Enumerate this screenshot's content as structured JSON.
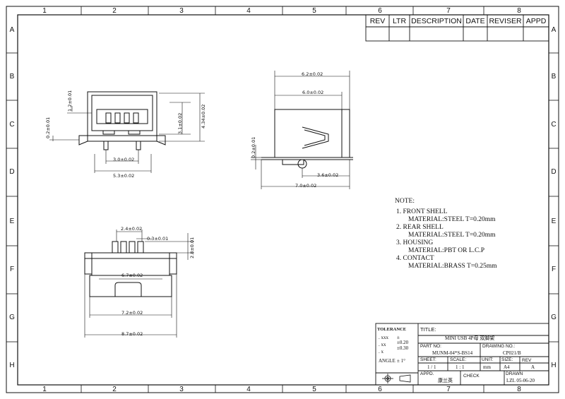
{
  "zones": {
    "columns": [
      "1",
      "2",
      "3",
      "4",
      "5",
      "6",
      "7",
      "8"
    ],
    "rows": [
      "A",
      "B",
      "C",
      "D",
      "E",
      "F",
      "G",
      "H"
    ]
  },
  "revision_table": {
    "headers": [
      "REV",
      "LTR",
      "DESCRIPTION",
      "DATE",
      "REVISER",
      "APPD"
    ]
  },
  "dimensions": {
    "top_dim_1": "1.2±0.01",
    "top_dim_2": "0.2±0.01",
    "top_dim_3": "3.1±0.02",
    "top_dim_4": "4.34±0.02",
    "top_dim_5": "3.0±0.02",
    "top_dim_6": "5.3±0.02",
    "side_dim_1": "6.2±0.02",
    "side_dim_2": "6.0±0.02",
    "side_dim_3": "0.2±0.01",
    "side_dim_4": "3.6±0.02",
    "side_dim_5": "7.0±0.02",
    "bot_dim_1": "2.4±0.02",
    "bot_dim_2": "0.3±0.01",
    "bot_dim_3": "2.8±0.01",
    "bot_dim_4": "6.7±0.02",
    "bot_dim_5": "7.2±0.02",
    "bot_dim_6": "8.7±0.02"
  },
  "notes": {
    "heading": "NOTE:",
    "lines": [
      "1. FRONT SHELL",
      "MATERIAL:STEEL T=0.20mm",
      "2. REAR SHELL",
      "MATERIAL:STEEL T=0.20mm",
      "3. HOUSING",
      "MATERIAL:PBT OR L.C.P",
      "4. CONTACT",
      "MATERIAL:BRASS  T=0.25mm"
    ]
  },
  "title_block": {
    "tolerance_label": "TOLERANCE",
    "tol_xxx": ". xxx",
    "tol_xx": ". xx",
    "tol_x": ". x",
    "tol_angle": "ANGLE",
    "tol_xxx_val": "±",
    "tol_xx_val": "±0.20",
    "tol_x_val": "±0.30",
    "tol_angle_val": "±  1°",
    "title_label": "TITLE:",
    "title_value": "MINI USB 4P母 双脚架",
    "part_no_label": "PART NO:",
    "part_no_value": "MUNM-04*S-BS14",
    "drawing_no_label": "DRAWING NO.:",
    "drawing_no_value": "CP021/B",
    "sheet_label": "SHEET:",
    "sheet_value": "1 / 1",
    "scale_label": "SCALE:",
    "scale_value": "1 : 1",
    "unit_label": "UNIT:",
    "unit_value": "mm",
    "size_label": "SIZE:",
    "size_value": "A4",
    "rev_label": "REV",
    "rev_value": "A",
    "appd_label": "APPD.",
    "appd_value": "康兰英",
    "check_label": "CHECK",
    "drawn_label": "DRAWN",
    "drawn_value": "LZL 05-06-20"
  }
}
